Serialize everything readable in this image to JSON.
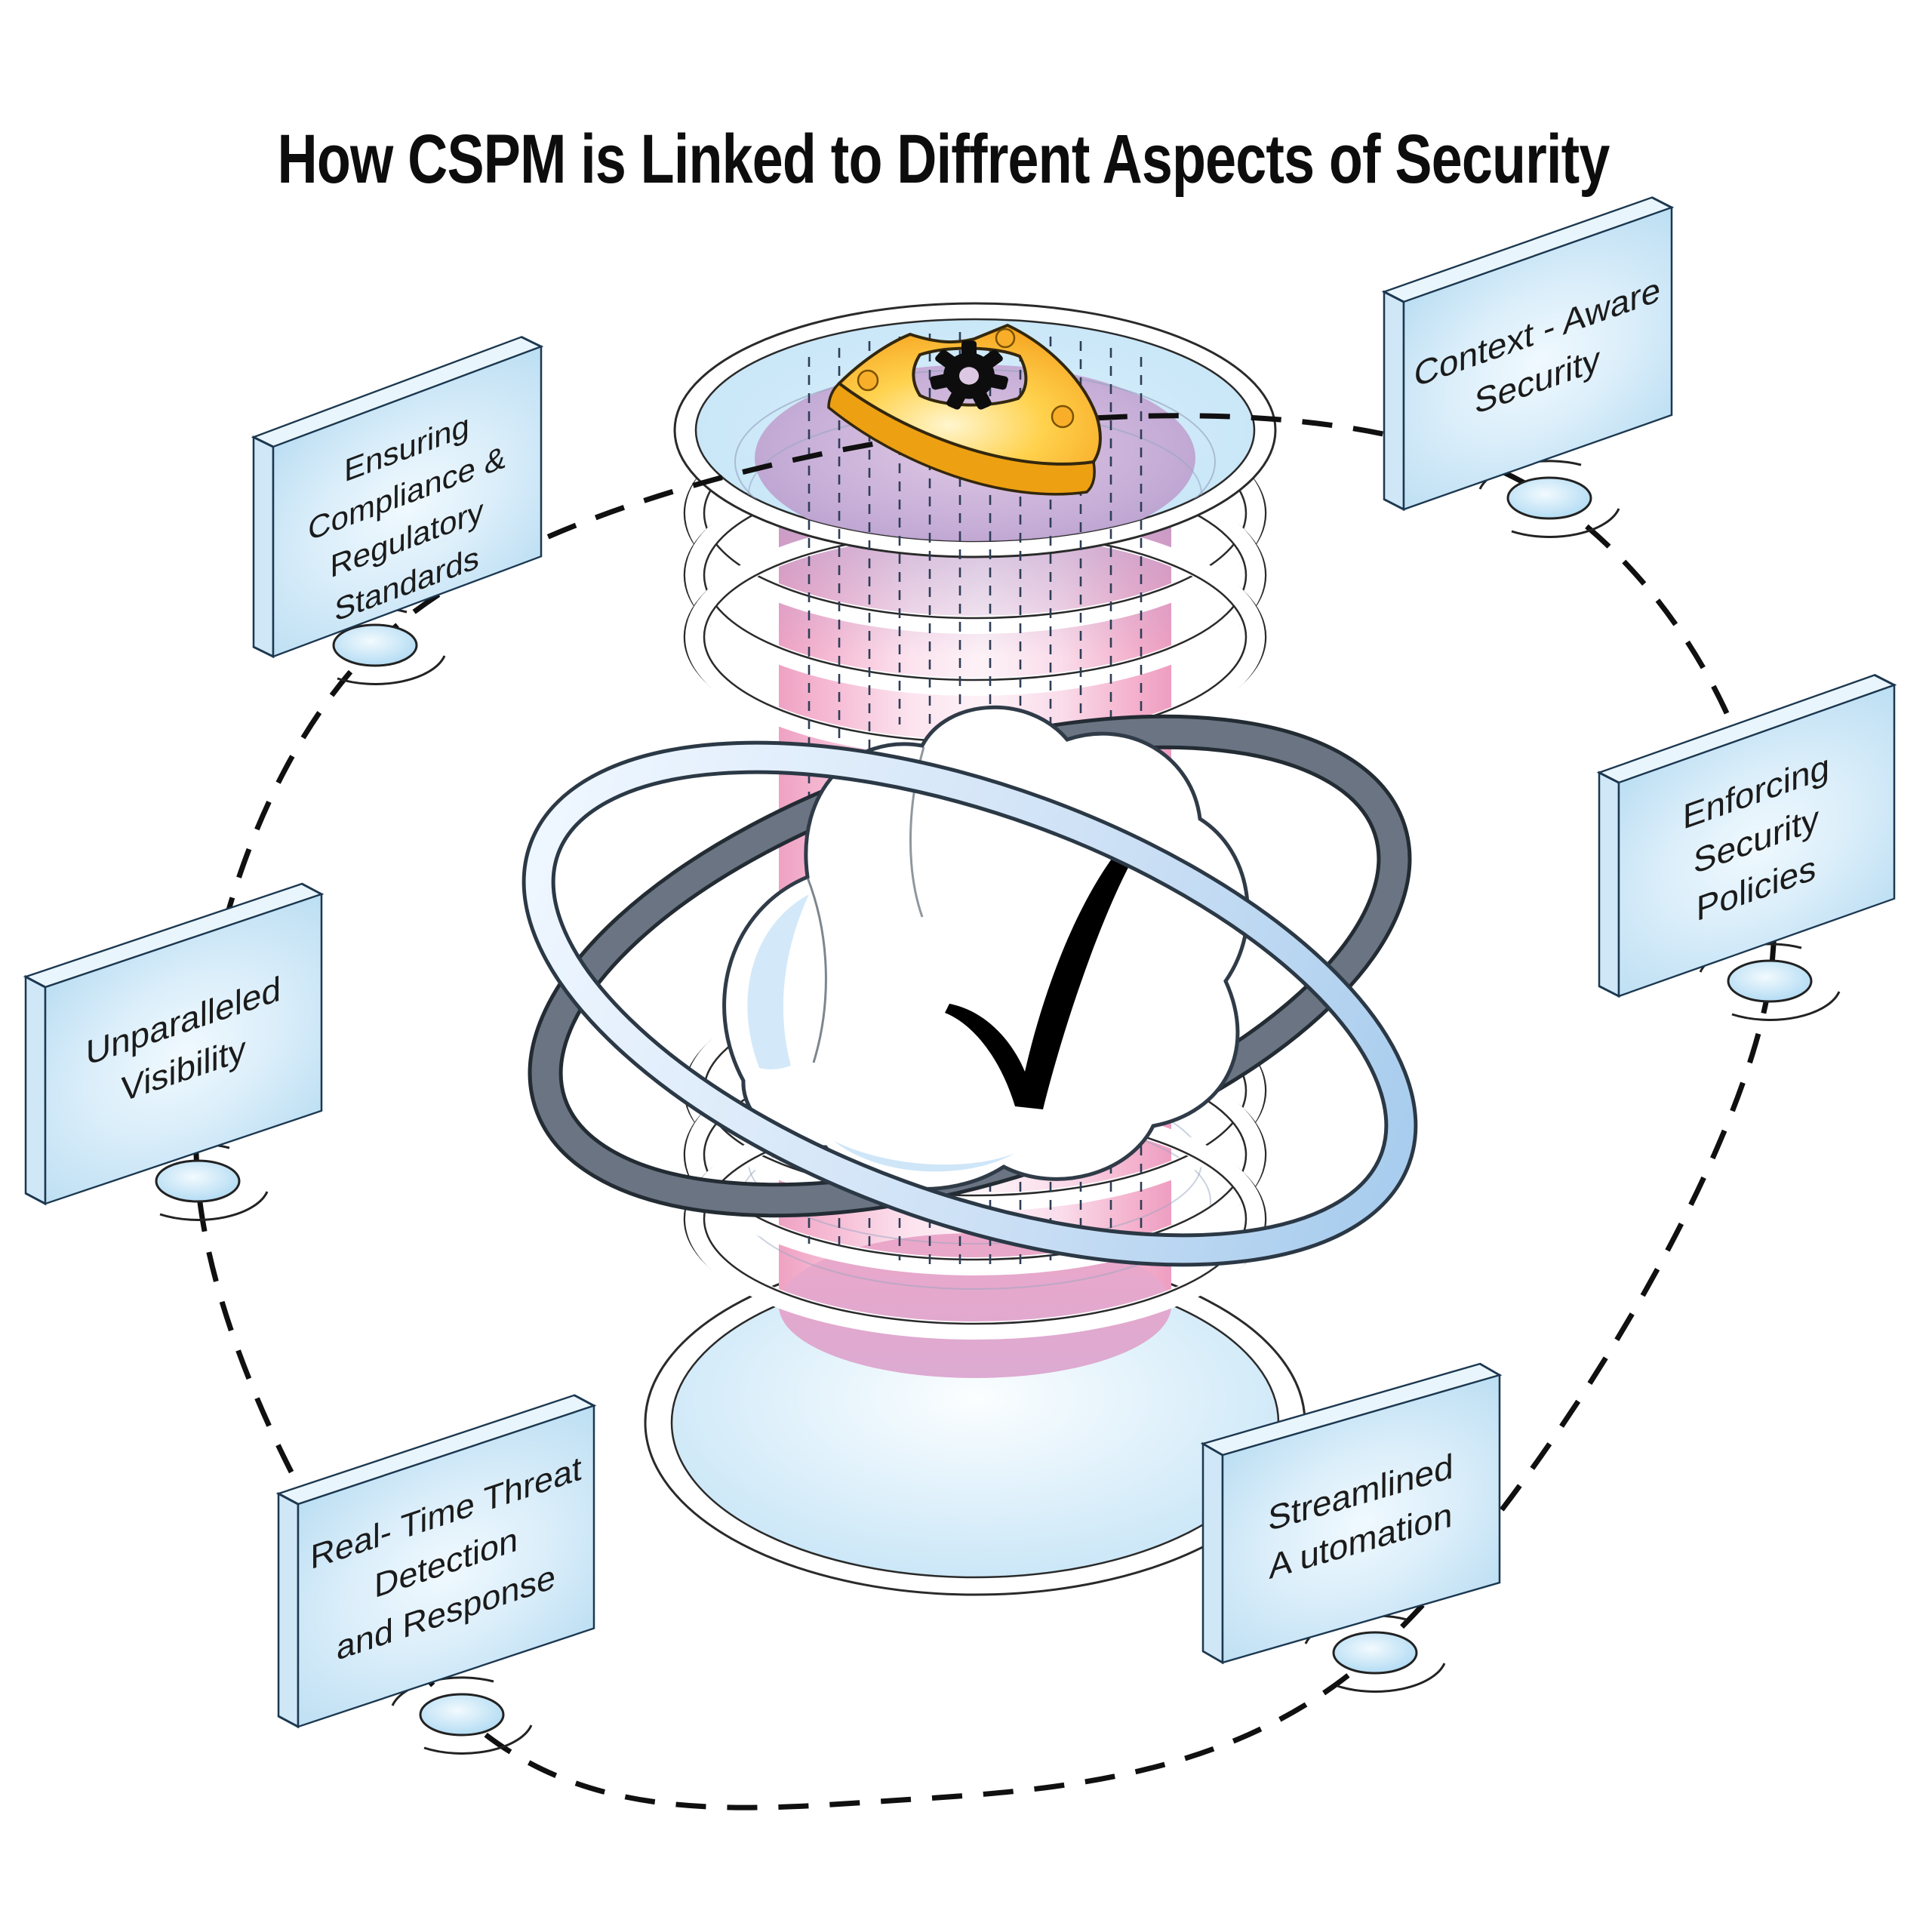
{
  "title": "How CSPM is Linked to Diffrent Aspects of Security",
  "panels": [
    {
      "id": "ensuring-compliance-regulatory-standards",
      "lines": [
        "Ensuring",
        "Compliance &",
        "Regulatory",
        "Standards"
      ]
    },
    {
      "id": "context-aware-security",
      "lines": [
        "Context - Aware",
        "Security"
      ]
    },
    {
      "id": "enforcing-security-policies",
      "lines": [
        "Enforcing",
        "Security",
        "Policies"
      ]
    },
    {
      "id": "unparalleled-visibility",
      "lines": [
        "Unparalleled",
        "Visibility"
      ]
    },
    {
      "id": "real-time-threat-detection-and-response",
      "lines": [
        "Real- Time Threat",
        "Detection",
        "and Response"
      ]
    },
    {
      "id": "streamlined-automation",
      "lines": [
        "Streamlined",
        "A utomation"
      ]
    }
  ],
  "center_icons": [
    "shield-gear-icon",
    "cloud-icon",
    "checkmark-icon",
    "orbit-band-icon",
    "cylinder-icon"
  ],
  "colors": {
    "panel_fill": "#cfe9f8",
    "panel_border": "#1c3850",
    "pink_column": "#f2a9c8",
    "disc_blue": "#c8e6f8",
    "purple_interior": "#b49cc9",
    "shield_orange": "#f6a01e",
    "band_gray": "#6a7483",
    "band_blue": "#b5d4f0",
    "base_blue": "#c3e4f6",
    "dash_line": "#101010"
  }
}
